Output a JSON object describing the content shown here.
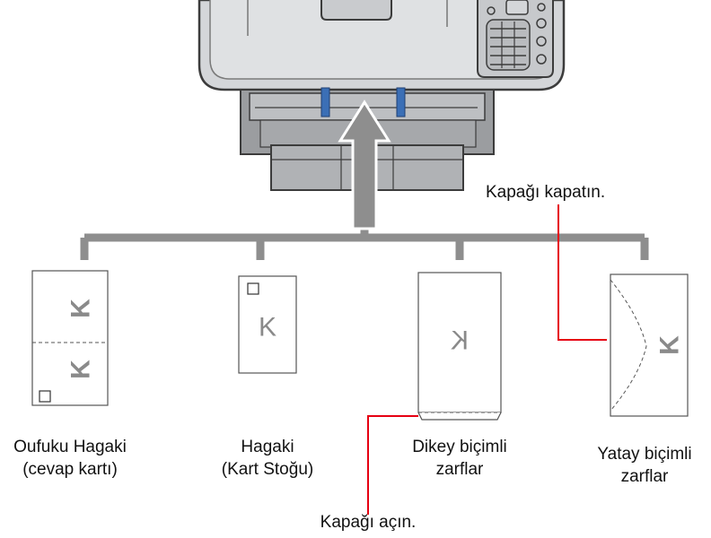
{
  "colors": {
    "printer_body": "#d4d6d9",
    "printer_outline": "#3c3c3c",
    "tray_dark": "#9b9da0",
    "guide_blue": "#3b6fb6",
    "connector_gray": "#8e8e8e",
    "callout_red": "#e60012",
    "paper_letter": "#8a8a8a"
  },
  "callouts": {
    "close_flap": "Kapağı kapatın.",
    "open_flap": "Kapağı açın."
  },
  "media": [
    {
      "id": "oufuku",
      "line1": "Oufuku Hagaki",
      "line2": "(cevap kartı)",
      "glyph": "K"
    },
    {
      "id": "hagaki",
      "line1": "Hagaki",
      "line2": "(Kart Stoğu)",
      "glyph": "K"
    },
    {
      "id": "portrait-envelope",
      "line1": "Dikey biçimli",
      "line2": "zarflar",
      "glyph": "K"
    },
    {
      "id": "landscape-envelope",
      "line1": "Yatay biçimli",
      "line2": "zarflar",
      "glyph": "K"
    }
  ]
}
